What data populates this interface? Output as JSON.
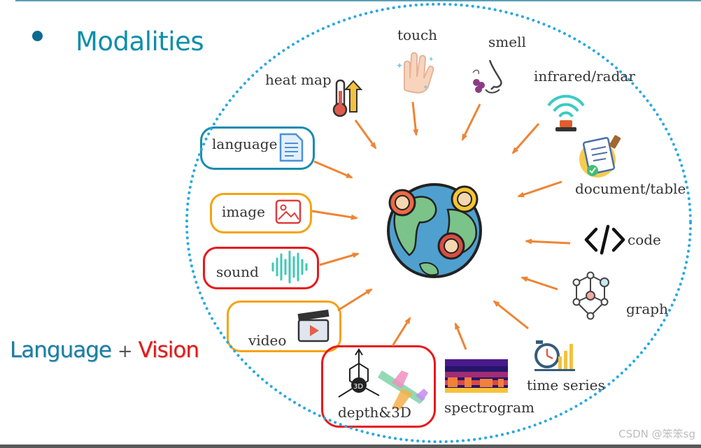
{
  "title": "Modalities",
  "caption": {
    "language": "Language",
    "plus": "+",
    "vision": "Vision"
  },
  "center": {
    "icon": "globe-people-icon"
  },
  "modalities": [
    {
      "id": "heat-map",
      "label": "heat map",
      "icon": "thermometer-icon"
    },
    {
      "id": "touch",
      "label": "touch",
      "icon": "hand-icon"
    },
    {
      "id": "smell",
      "label": "smell",
      "icon": "nose-icon"
    },
    {
      "id": "infrared-radar",
      "label": "infrared/radar",
      "icon": "radar-icon"
    },
    {
      "id": "document-table",
      "label": "document/table",
      "icon": "document-icon"
    },
    {
      "id": "code",
      "label": "code",
      "icon": "code-icon"
    },
    {
      "id": "graph",
      "label": "graph",
      "icon": "graph-icon"
    },
    {
      "id": "time-series",
      "label": "time series",
      "icon": "clock-chart-icon"
    },
    {
      "id": "spectrogram",
      "label": "spectrogram",
      "icon": "spectrogram-icon"
    },
    {
      "id": "depth-3d",
      "label": "depth&3D",
      "icon": "cube-3d-icon"
    },
    {
      "id": "video",
      "label": "video",
      "icon": "clapperboard-icon"
    },
    {
      "id": "sound",
      "label": "sound",
      "icon": "waveform-icon"
    },
    {
      "id": "image",
      "label": "image",
      "icon": "picture-icon"
    },
    {
      "id": "language",
      "label": "language",
      "icon": "text-doc-icon"
    }
  ],
  "watermark": "CSDN @笨笨sg",
  "colors": {
    "arrow": "#ee8433",
    "dotted": "#29a9e1",
    "blue_box": "#1a8cb0",
    "orange_box": "#f5a30f",
    "red_box": "#e8171b",
    "title": "#0d8ea9"
  }
}
